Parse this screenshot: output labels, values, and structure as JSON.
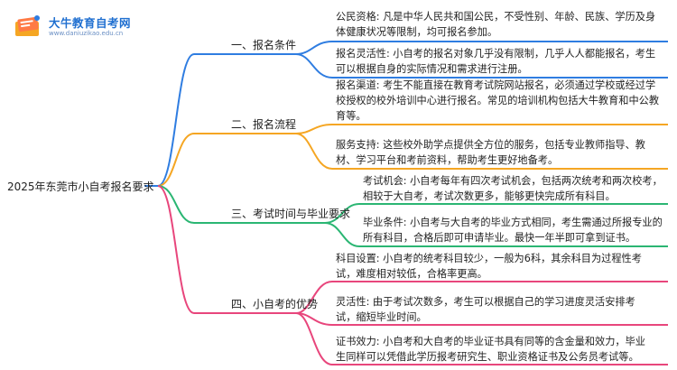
{
  "logo": {
    "title": "大牛教育自考网",
    "url": "www.daniuzikao.edu.cn",
    "icon": "book-icon"
  },
  "root": "2025年东莞市小自考报名要求",
  "colors": {
    "branch1": "#2f7de1",
    "branch2": "#f5a623",
    "branch3": "#2bb673",
    "branch4": "#e8467c",
    "root_line": "#2f7de1"
  },
  "branches": [
    {
      "label": "一、报名条件",
      "leaves": [
        "公民资格: 凡是中华人民共和国公民，不受性别、年龄、民族、学历及身体健康状况等限制，均可报名参加。",
        "报名灵活性: 小自考的报名对象几乎没有限制，几乎人人都能报名，考生可以根据自身的实际情况和需求进行注册。"
      ]
    },
    {
      "label": "二、报名流程",
      "leaves": [
        "报名渠道: 考生不能直接在教育考试院网站报名，必须通过学校或经过学校授权的校外培训中心进行报名。常见的培训机构包括大牛教育和中公教育等。",
        "服务支持: 这些校外助学点提供全方位的服务，包括专业教师指导、教材、学习平台和考前资料，帮助考生更好地备考。"
      ]
    },
    {
      "label": "三、考试时间与毕业要求",
      "leaves": [
        "考试机会: 小自考每年有四次考试机会，包括两次统考和两次校考，相较于大自考，考试次数更多，能够更快完成所有科目。",
        "毕业条件: 小自考与大自考的毕业方式相同，考生需通过所报专业的所有科目，合格后即可申请毕业。最快一年半即可拿到证书。"
      ]
    },
    {
      "label": "四、小自考的优势",
      "leaves": [
        "科目设置: 小自考的统考科目较少，一般为6科，其余科目为过程性考试，难度相对较低，合格率更高。",
        "灵活性: 由于考试次数多，考生可以根据自己的学习进度灵活安排考试，缩短毕业时间。",
        "证书效力: 小自考和大自考的毕业证书具有同等的含金量和效力，毕业生同样可以凭借此学历报考研究生、职业资格证书及公务员考试等。"
      ]
    }
  ]
}
